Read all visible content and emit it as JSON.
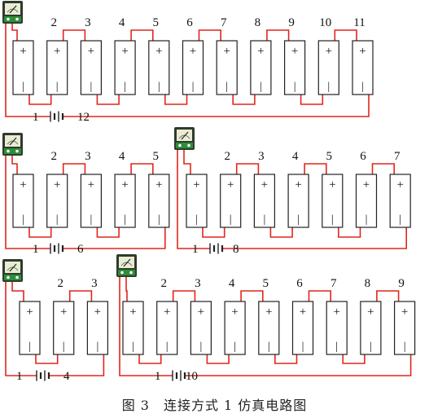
{
  "caption": "图 3　连接方式 1 仿真电路图",
  "colors": {
    "wire": "#e0261c",
    "cell_border": "#222222",
    "cell_fill": "#ffffff",
    "meter_body": "#2e3b2e",
    "meter_face": "#e9ecd2",
    "meter_base": "#2d8f3a",
    "text": "#111111"
  },
  "circuits": [
    {
      "cell_labels": [
        "",
        "2",
        "3",
        "4",
        "5",
        "6",
        "7",
        "8",
        "9",
        "10",
        "11"
      ],
      "battery_left": "1",
      "battery_right": "12"
    },
    {
      "cell_labels": [
        "",
        "2",
        "3",
        "4",
        "5"
      ],
      "battery_left": "1",
      "battery_right": "6"
    },
    {
      "cell_labels": [
        "",
        "2",
        "3",
        "4",
        "5",
        "6",
        "7"
      ],
      "battery_left": "1",
      "battery_right": "8"
    },
    {
      "cell_labels": [
        "",
        "2",
        "3"
      ],
      "battery_left": "1",
      "battery_right": "4"
    },
    {
      "cell_labels": [
        "",
        "2",
        "3",
        "4",
        "5",
        "6",
        "7",
        "8",
        "9"
      ],
      "battery_left": "1",
      "battery_right": "10"
    }
  ],
  "cell_symbols": {
    "positive": "+",
    "negative": "|"
  }
}
